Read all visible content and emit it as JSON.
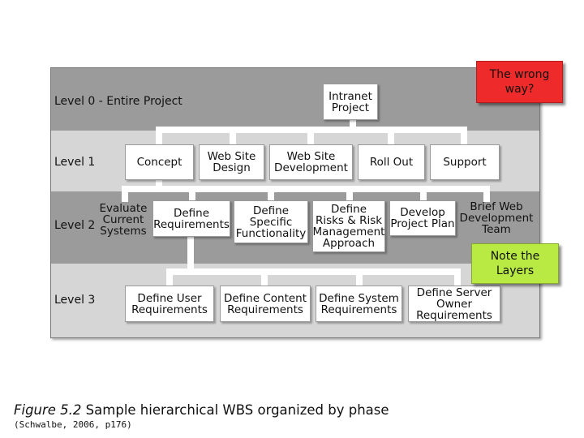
{
  "levels": [
    {
      "label": "Level 0 - Entire Project"
    },
    {
      "label": "Level 1"
    },
    {
      "label": "Level 2"
    },
    {
      "label": "Level 3"
    }
  ],
  "level0": {
    "root": "Intranet\nProject"
  },
  "level1": [
    "Concept",
    "Web Site\nDesign",
    "Web Site\nDevelopment",
    "Roll Out",
    "Support"
  ],
  "level2": [
    "Evaluate\nCurrent\nSystems",
    "Define\nRequirements",
    "Define\nSpecific\nFunctionality",
    "Define\nRisks & Risk\nManagement\nApproach",
    "Develop\nProject Plan",
    "Brief Web\nDevelopment\nTeam"
  ],
  "level3": [
    "Define User\nRequirements",
    "Define Content\nRequirements",
    "Define System\nRequirements",
    "Define Server\nOwner\nRequirements"
  ],
  "callouts": {
    "wrong_way": "The wrong\nway?",
    "layers": "Note the\nLayers"
  },
  "caption": {
    "figure": "Figure 5.2",
    "text": " Sample hierarchical WBS organized by phase",
    "citation": "(Schwalbe, 2006, p176)"
  },
  "colors": {
    "band_dark": "#9b9b9b",
    "band_light": "#d6d6d6",
    "callout_red": "#ee2a2a",
    "callout_green": "#b9ea43"
  }
}
